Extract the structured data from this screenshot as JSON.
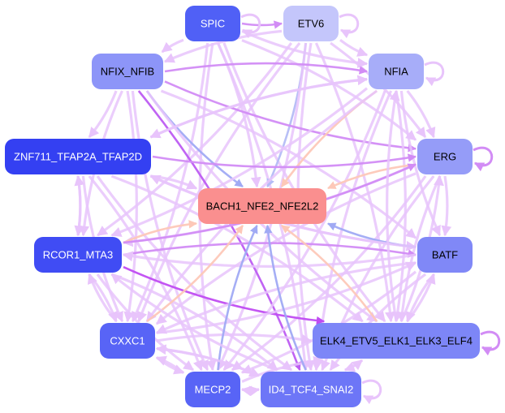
{
  "graph": {
    "nodes": [
      {
        "id": "SPIC",
        "label": "SPIC",
        "fill": "#5060f6",
        "text": "#ffffff"
      },
      {
        "id": "ETV6",
        "label": "ETV6",
        "fill": "#c4c6fb",
        "text": "#000000"
      },
      {
        "id": "NFIX_NFIB",
        "label": "NFIX_NFIB",
        "fill": "#8d95f8",
        "text": "#000000"
      },
      {
        "id": "NFIA",
        "label": "NFIA",
        "fill": "#a7adf9",
        "text": "#000000"
      },
      {
        "id": "ZNF711",
        "label": "ZNF711_TFAP2A_TFAP2D",
        "fill": "#3440f2",
        "text": "#ffffff"
      },
      {
        "id": "ERG",
        "label": "ERG",
        "fill": "#959cf8",
        "text": "#000000"
      },
      {
        "id": "BACH1",
        "label": "BACH1_NFE2_NFE2L2",
        "fill": "#fa8f8f",
        "text": "#000000"
      },
      {
        "id": "RCOR1",
        "label": "RCOR1_MTA3",
        "fill": "#404cf4",
        "text": "#ffffff"
      },
      {
        "id": "BATF",
        "label": "BATF",
        "fill": "#8088f7",
        "text": "#000000"
      },
      {
        "id": "CXXC1",
        "label": "CXXC1",
        "fill": "#5864f6",
        "text": "#ffffff"
      },
      {
        "id": "ELK4",
        "label": "ELK4_ETV5_ELK1_ELK3_ELF4",
        "fill": "#7d86f7",
        "text": "#000000"
      },
      {
        "id": "MECP2",
        "label": "MECP2",
        "fill": "#5864f6",
        "text": "#ffffff"
      },
      {
        "id": "ID4",
        "label": "ID4_TCF4_SNAI2",
        "fill": "#6d76f7",
        "text": "#ffffff"
      }
    ],
    "edges": [
      {
        "from": "SPIC",
        "to": "ETV6",
        "color": "#d28cf5"
      },
      {
        "from": "SPIC",
        "to": "BACH1",
        "color": "#e8c4fb"
      },
      {
        "from": "SPIC",
        "to": "NFIA",
        "color": "#e8c4fb"
      },
      {
        "from": "SPIC",
        "to": "ERG",
        "color": "#e8c4fb"
      },
      {
        "from": "SPIC",
        "to": "ELK4",
        "color": "#e8c4fb"
      },
      {
        "from": "SPIC",
        "to": "CXXC1",
        "color": "#e8c4fb"
      },
      {
        "from": "SPIC",
        "to": "MECP2",
        "color": "#e8c4fb"
      },
      {
        "from": "SPIC",
        "to": "ID4",
        "color": "#e8c4fb"
      },
      {
        "from": "SPIC",
        "to": "NFIX_NFIB",
        "color": "#e8c4fb"
      },
      {
        "from": "ETV6",
        "to": "BACH1",
        "color": "#b4bcf6"
      },
      {
        "from": "ETV6",
        "to": "NFIA",
        "color": "#e8c4fb"
      },
      {
        "from": "ETV6",
        "to": "ERG",
        "color": "#e8c4fb"
      },
      {
        "from": "ETV6",
        "to": "NFIX_NFIB",
        "color": "#e8c4fb"
      },
      {
        "from": "ETV6",
        "to": "RCOR1",
        "color": "#e8c4fb"
      },
      {
        "from": "ETV6",
        "to": "CXXC1",
        "color": "#e8c4fb"
      },
      {
        "from": "ETV6",
        "to": "MECP2",
        "color": "#e8c4fb"
      },
      {
        "from": "ETV6",
        "to": "ID4",
        "color": "#e8c4fb"
      },
      {
        "from": "ETV6",
        "to": "ELK4",
        "color": "#e8c4fb"
      },
      {
        "from": "NFIX_NFIB",
        "to": "BACH1",
        "color": "#a0aaf4"
      },
      {
        "from": "NFIX_NFIB",
        "to": "NFIA",
        "color": "#d28cf5"
      },
      {
        "from": "NFIX_NFIB",
        "to": "ERG",
        "color": "#d28cf5"
      },
      {
        "from": "NFIX_NFIB",
        "to": "BATF",
        "color": "#e8c4fb"
      },
      {
        "from": "NFIX_NFIB",
        "to": "ELK4",
        "color": "#e8c4fb"
      },
      {
        "from": "NFIX_NFIB",
        "to": "ID4",
        "color": "#bd5cf2"
      },
      {
        "from": "NFIX_NFIB",
        "to": "MECP2",
        "color": "#e8c4fb"
      },
      {
        "from": "NFIX_NFIB",
        "to": "CXXC1",
        "color": "#e8c4fb"
      },
      {
        "from": "NFIX_NFIB",
        "to": "RCOR1",
        "color": "#e8c4fb"
      },
      {
        "from": "NFIX_NFIB",
        "to": "ZNF711",
        "color": "#e8c4fb"
      },
      {
        "from": "NFIA",
        "to": "BACH1",
        "color": "#fdc8b8"
      },
      {
        "from": "NFIA",
        "to": "ERG",
        "color": "#e8c4fb"
      },
      {
        "from": "NFIA",
        "to": "BATF",
        "color": "#e8c4fb"
      },
      {
        "from": "NFIA",
        "to": "ELK4",
        "color": "#e8c4fb"
      },
      {
        "from": "NFIA",
        "to": "ID4",
        "color": "#e8c4fb"
      },
      {
        "from": "NFIA",
        "to": "MECP2",
        "color": "#e8c4fb"
      },
      {
        "from": "NFIA",
        "to": "CXXC1",
        "color": "#e8c4fb"
      },
      {
        "from": "NFIA",
        "to": "RCOR1",
        "color": "#e8c4fb"
      },
      {
        "from": "NFIA",
        "to": "ZNF711",
        "color": "#e8c4fb"
      },
      {
        "from": "ZNF711",
        "to": "BACH1",
        "color": "#e8c4fb"
      },
      {
        "from": "ZNF711",
        "to": "ERG",
        "color": "#d28cf5"
      },
      {
        "from": "ZNF711",
        "to": "RCOR1",
        "color": "#e8c4fb"
      },
      {
        "from": "ZNF711",
        "to": "BATF",
        "color": "#e8c4fb"
      },
      {
        "from": "ZNF711",
        "to": "ELK4",
        "color": "#e8c4fb"
      },
      {
        "from": "ZNF711",
        "to": "CXXC1",
        "color": "#e8c4fb"
      },
      {
        "from": "ZNF711",
        "to": "MECP2",
        "color": "#e8c4fb"
      },
      {
        "from": "ZNF711",
        "to": "ID4",
        "color": "#e8c4fb"
      },
      {
        "from": "ZNF711",
        "to": "NFIA",
        "color": "#e8c4fb"
      },
      {
        "from": "ERG",
        "to": "BACH1",
        "color": "#fdc8b8"
      },
      {
        "from": "ERG",
        "to": "BATF",
        "color": "#e8c4fb"
      },
      {
        "from": "ERG",
        "to": "ELK4",
        "color": "#e8c4fb"
      },
      {
        "from": "ERG",
        "to": "RCOR1",
        "color": "#e8c4fb"
      },
      {
        "from": "ERG",
        "to": "CXXC1",
        "color": "#e8c4fb"
      },
      {
        "from": "ERG",
        "to": "MECP2",
        "color": "#e8c4fb"
      },
      {
        "from": "ERG",
        "to": "ID4",
        "color": "#e8c4fb"
      },
      {
        "from": "RCOR1",
        "to": "BACH1",
        "color": "#fdc8b8"
      },
      {
        "from": "RCOR1",
        "to": "ELK4",
        "color": "#c04cf2"
      },
      {
        "from": "RCOR1",
        "to": "BATF",
        "color": "#d28cf5"
      },
      {
        "from": "RCOR1",
        "to": "ERG",
        "color": "#d28cf5"
      },
      {
        "from": "RCOR1",
        "to": "CXXC1",
        "color": "#e8c4fb"
      },
      {
        "from": "RCOR1",
        "to": "MECP2",
        "color": "#e8c4fb"
      },
      {
        "from": "RCOR1",
        "to": "ID4",
        "color": "#e8c4fb"
      },
      {
        "from": "RCOR1",
        "to": "ZNF711",
        "color": "#e8c4fb"
      },
      {
        "from": "BATF",
        "to": "BACH1",
        "color": "#a0aaf4"
      },
      {
        "from": "BATF",
        "to": "ELK4",
        "color": "#e8c4fb"
      },
      {
        "from": "BATF",
        "to": "RCOR1",
        "color": "#e8c4fb"
      },
      {
        "from": "BATF",
        "to": "CXXC1",
        "color": "#e8c4fb"
      },
      {
        "from": "BATF",
        "to": "MECP2",
        "color": "#e8c4fb"
      },
      {
        "from": "BATF",
        "to": "ID4",
        "color": "#e8c4fb"
      },
      {
        "from": "BATF",
        "to": "ZNF711",
        "color": "#e8c4fb"
      },
      {
        "from": "CXXC1",
        "to": "BACH1",
        "color": "#fdc8b8"
      },
      {
        "from": "CXXC1",
        "to": "ELK4",
        "color": "#e8c4fb"
      },
      {
        "from": "CXXC1",
        "to": "MECP2",
        "color": "#e8c4fb"
      },
      {
        "from": "CXXC1",
        "to": "ID4",
        "color": "#e8c4fb"
      },
      {
        "from": "CXXC1",
        "to": "BATF",
        "color": "#e8c4fb"
      },
      {
        "from": "CXXC1",
        "to": "RCOR1",
        "color": "#e8c4fb"
      },
      {
        "from": "ELK4",
        "to": "BACH1",
        "color": "#fdc8b8"
      },
      {
        "from": "ELK4",
        "to": "ID4",
        "color": "#e8c4fb"
      },
      {
        "from": "ELK4",
        "to": "ERG",
        "color": "#e8c4fb"
      },
      {
        "from": "ELK4",
        "to": "NFIA",
        "color": "#e8c4fb"
      },
      {
        "from": "ELK4",
        "to": "BATF",
        "color": "#e8c4fb"
      },
      {
        "from": "MECP2",
        "to": "BACH1",
        "color": "#a0aaf4"
      },
      {
        "from": "MECP2",
        "to": "ID4",
        "color": "#e8c4fb"
      },
      {
        "from": "MECP2",
        "to": "ELK4",
        "color": "#e8c4fb"
      },
      {
        "from": "MECP2",
        "to": "CXXC1",
        "color": "#e8c4fb"
      },
      {
        "from": "ID4",
        "to": "BACH1",
        "color": "#a0aaf4"
      },
      {
        "from": "ID4",
        "to": "ELK4",
        "color": "#e8c4fb"
      },
      {
        "from": "ID4",
        "to": "MECP2",
        "color": "#e8c4fb"
      },
      {
        "from": "ID4",
        "to": "CXXC1",
        "color": "#e8c4fb"
      },
      {
        "from": "ID4",
        "to": "RCOR1",
        "color": "#e8c4fb"
      }
    ],
    "self_loops": [
      {
        "node": "SPIC",
        "color": "#e8c4fb"
      },
      {
        "node": "ETV6",
        "color": "#e8c4fb"
      },
      {
        "node": "NFIA",
        "color": "#e8c4fb"
      },
      {
        "node": "ERG",
        "color": "#d28cf5"
      },
      {
        "node": "ELK4",
        "color": "#d28cf5"
      },
      {
        "node": "ID4",
        "color": "#e8c4fb"
      }
    ]
  }
}
